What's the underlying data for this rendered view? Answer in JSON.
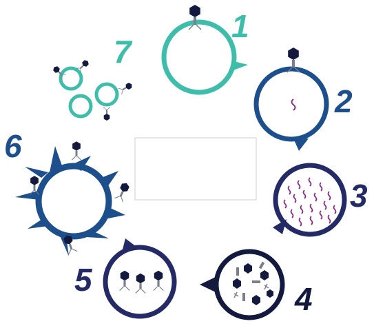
{
  "colors": {
    "teal": "#3fbdab",
    "blue": "#1c4f8c",
    "navy": "#232a66",
    "dark": "#141a3d",
    "magenta": "#8a2d84",
    "gray": "#7b7f8c",
    "box_border": "#cfcfcf"
  },
  "stages": [
    {
      "number": "1",
      "icon": "phage-attachment-icon"
    },
    {
      "number": "2",
      "icon": "dna-injection-icon"
    },
    {
      "number": "3",
      "icon": "dna-replication-icon"
    },
    {
      "number": "4",
      "icon": "phage-parts-assembly-icon"
    },
    {
      "number": "5",
      "icon": "phage-maturation-icon"
    },
    {
      "number": "6",
      "icon": "cell-lysis-icon"
    },
    {
      "number": "7",
      "icon": "phage-release-icon"
    }
  ]
}
